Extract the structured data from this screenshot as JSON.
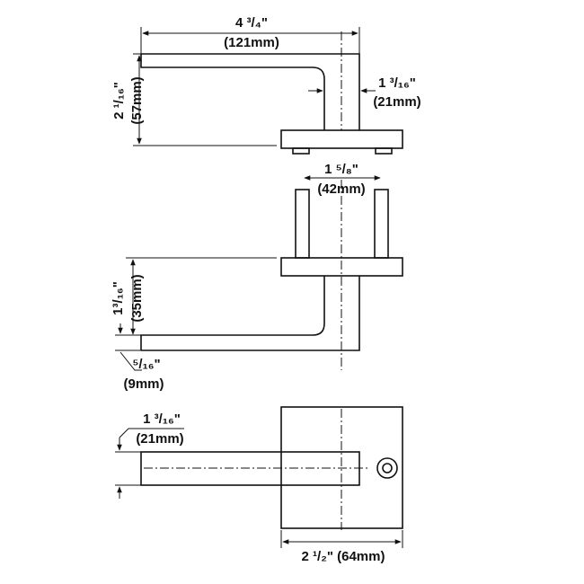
{
  "dimensions": {
    "length_in": "4 ³/₄\"",
    "length_mm": "(121mm)",
    "height_in": "2 ¹/₁₆\"",
    "height_mm": "(57mm)",
    "projection_in": "1 ³/₁₆\"",
    "projection_mm": "(21mm)",
    "post_spacing_in": "1 ⁵/₈\"",
    "post_spacing_mm": "(42mm)",
    "lever_drop_in": "1³/₁₆\"",
    "lever_drop_mm": "(35mm)",
    "thickness_in": "⁵/₁₆\"",
    "thickness_mm": "(9mm)",
    "lever_width_in": "1 ³/₁₆\"",
    "lever_width_mm": "(21mm)",
    "rose_in": "2 ¹/₂\" (64mm)"
  }
}
